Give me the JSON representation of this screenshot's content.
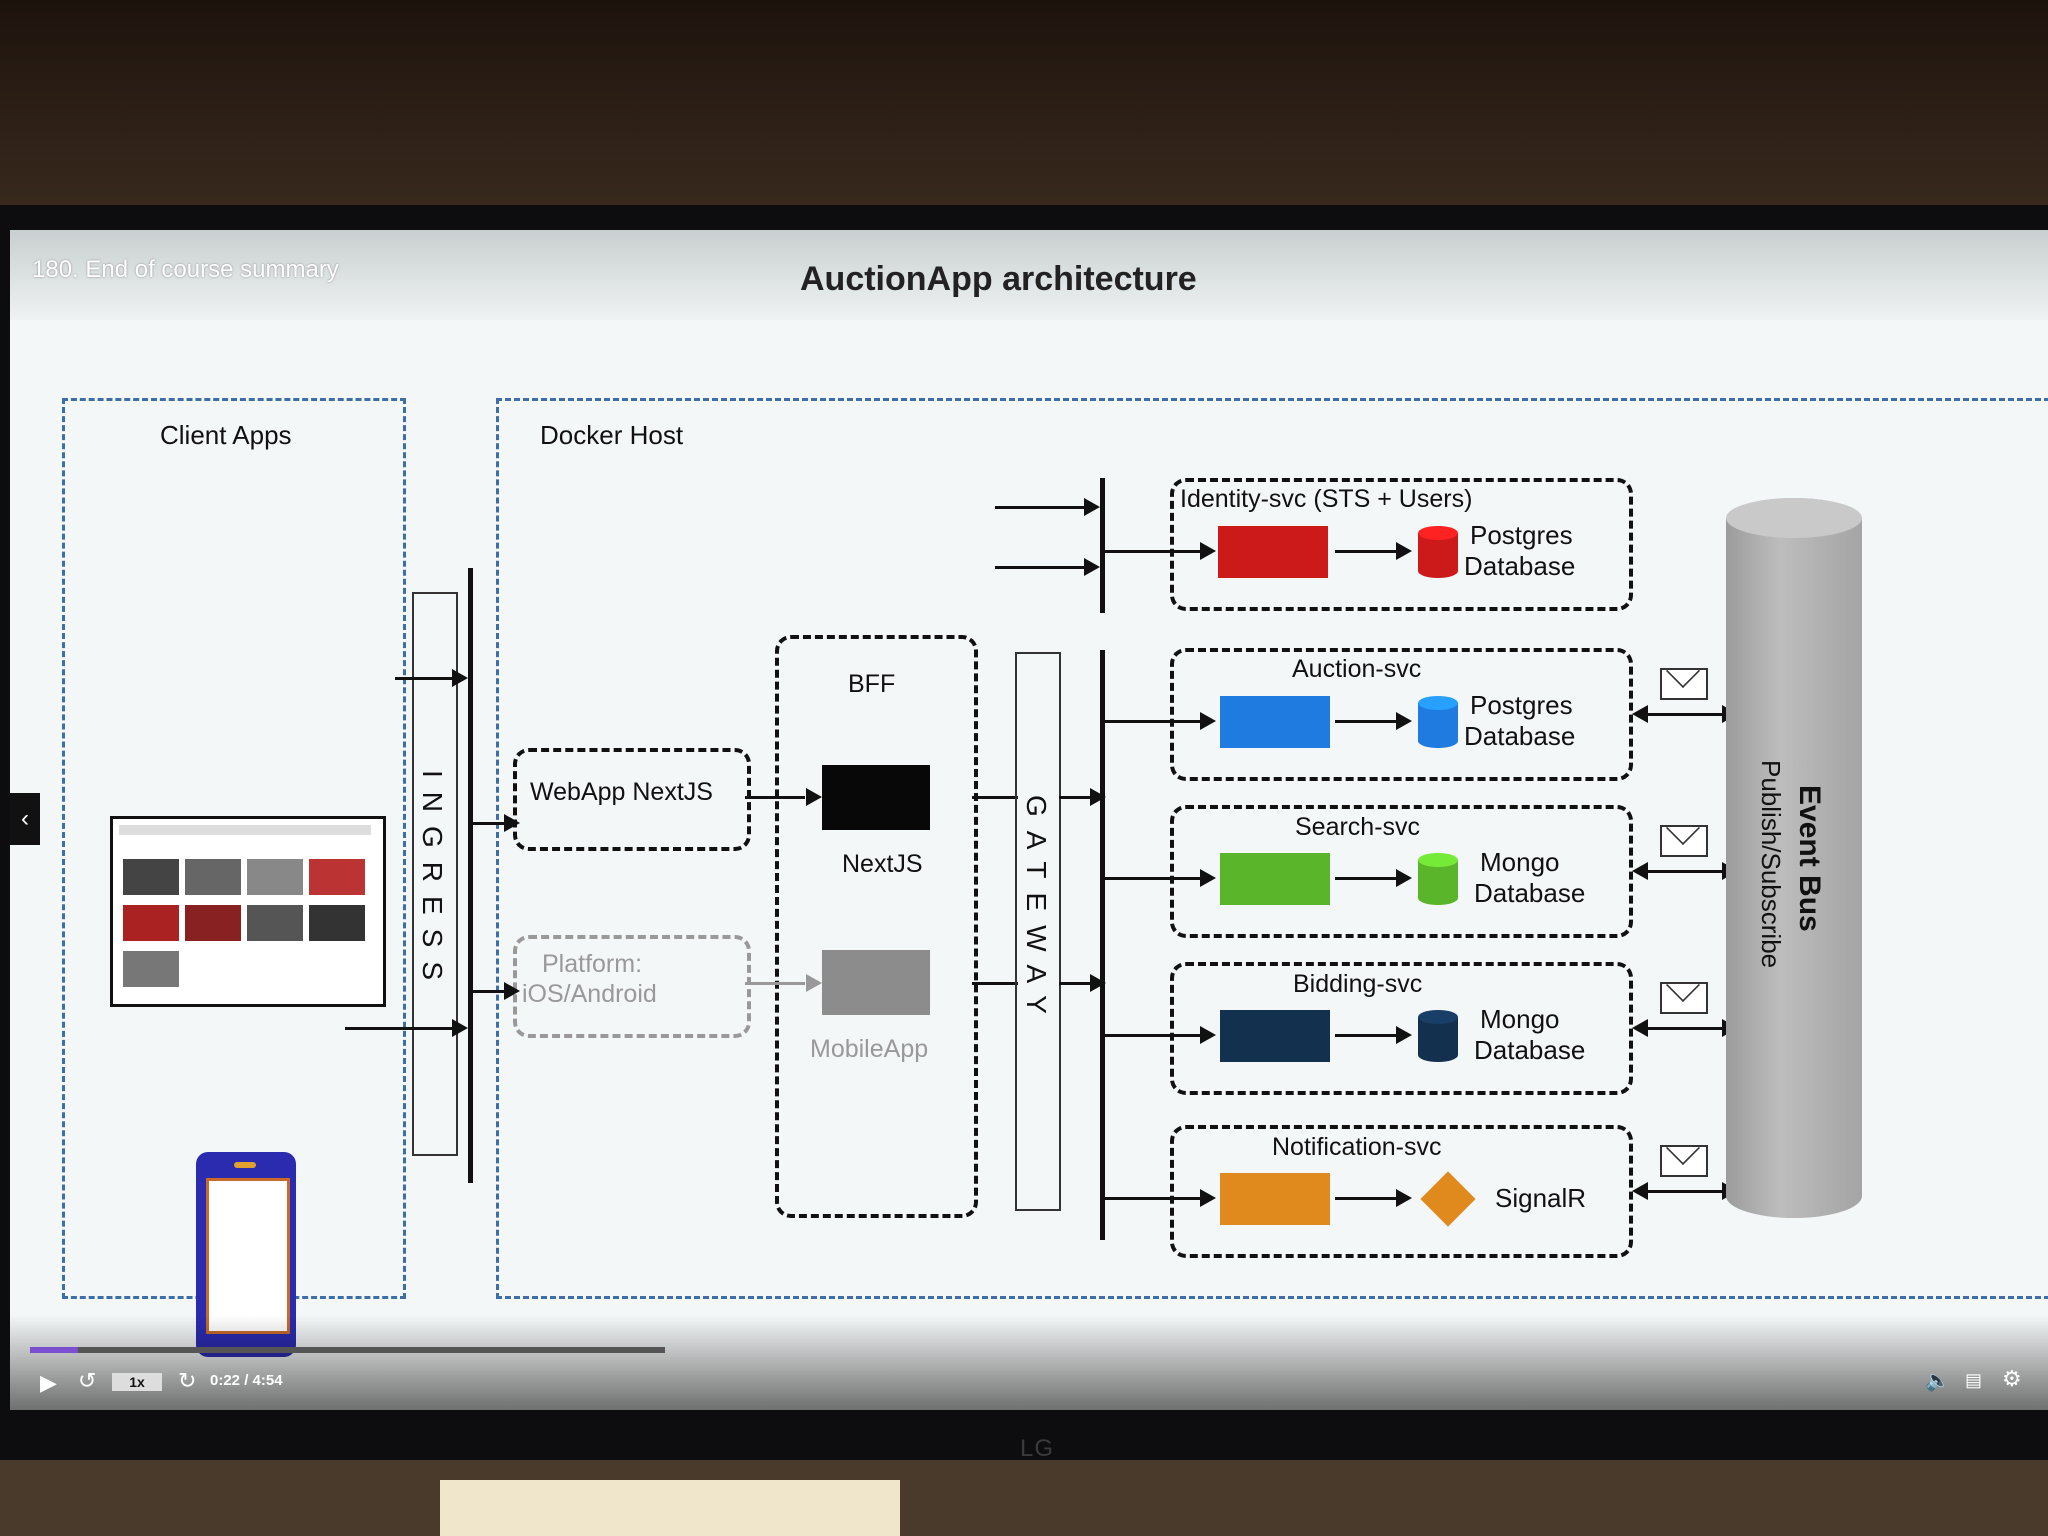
{
  "player": {
    "course_title": "180. End of course summary",
    "time": "0:22 / 4:54",
    "speed": "1x",
    "progress_fraction": 0.075,
    "prev_glyph": "‹"
  },
  "slide": {
    "title": "AuctionApp architecture",
    "client_apps_label": "Client Apps",
    "docker_host_label": "Docker Host",
    "ingress_label": "INGRESS",
    "gateway_label": "GATEWAY",
    "bff_label": "BFF",
    "webapp_label": "WebApp NextJS",
    "nextjs_label": "NextJS",
    "platform_label_line1": "Platform:",
    "platform_label_line2": "iOS/Android",
    "mobileapp_label": "MobileApp",
    "event_bus_label": "Event Bus",
    "event_bus_sub": "Publish/Subscribe",
    "services": [
      {
        "name": "Identity-svc (STS + Users)",
        "color": "#cc1a1a",
        "db_line1": "Postgres",
        "db_line2": "Database",
        "db_color": "#cc1a1a"
      },
      {
        "name": "Auction-svc",
        "color": "#1f7be0",
        "db_line1": "Postgres",
        "db_line2": "Database",
        "db_color": "#1f7be0"
      },
      {
        "name": "Search-svc",
        "color": "#5ab52a",
        "db_line1": "Mongo",
        "db_line2": "Database",
        "db_color": "#5ab52a"
      },
      {
        "name": "Bidding-svc",
        "color": "#13304f",
        "db_line1": "Mongo",
        "db_line2": "Database",
        "db_color": "#13304f"
      },
      {
        "name": "Notification-svc",
        "color": "#e0891c",
        "db_line1": "SignalR",
        "db_line2": "",
        "db_color": "#e0891c"
      }
    ]
  },
  "monitor": {
    "brand": "LG"
  },
  "colors": {
    "group_border": "#3d6ea8",
    "phone": "#2b2bb0",
    "progress": "#7a4fd0"
  }
}
